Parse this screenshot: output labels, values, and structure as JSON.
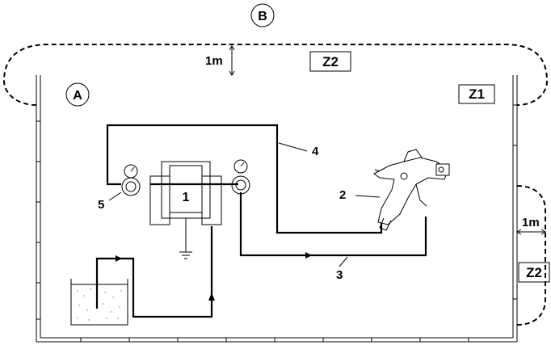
{
  "diagram": {
    "zone_labels": {
      "area_a": "A",
      "area_b": "B",
      "zone1": "Z1",
      "zone2_top": "Z2",
      "zone2_right": "Z2"
    },
    "distance_labels": {
      "top": "1m",
      "right": "1m"
    },
    "component_labels": {
      "pump": "1",
      "spray_gun": "2",
      "fluid_hose": "3",
      "air_hose": "4",
      "regulator": "5"
    }
  }
}
